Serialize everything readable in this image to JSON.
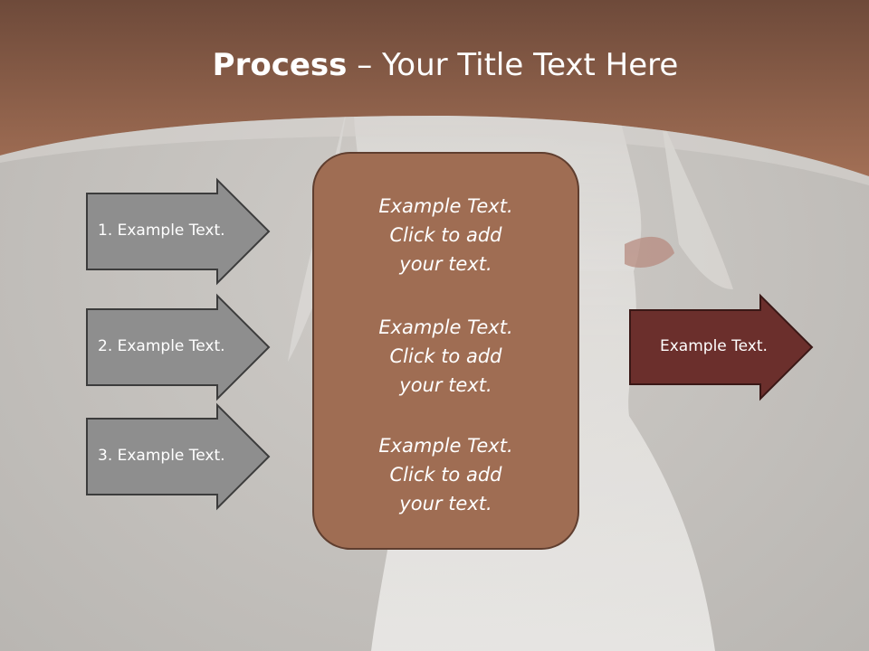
{
  "title": {
    "strong": "Process",
    "separator": " – ",
    "rest": "Your Title Text Here"
  },
  "left_arrows": [
    {
      "label": "1. Example Text."
    },
    {
      "label": "2. Example Text."
    },
    {
      "label": "3. Example Text."
    }
  ],
  "center_blocks": [
    {
      "line1": "Example Text.",
      "line2": "Click  to add",
      "line3": "your text."
    },
    {
      "line1": "Example Text.",
      "line2": "Click  to add",
      "line3": "your text."
    },
    {
      "line1": "Example Text.",
      "line2": "Click  to add",
      "line3": "your text."
    }
  ],
  "right_arrow": {
    "label": "Example Text."
  },
  "colors": {
    "header_brown": "#8f5d44",
    "left_arrow_fill": "#8e8e8e",
    "center_box_fill": "#9f6d53",
    "right_arrow_fill": "#6b2f2c"
  }
}
